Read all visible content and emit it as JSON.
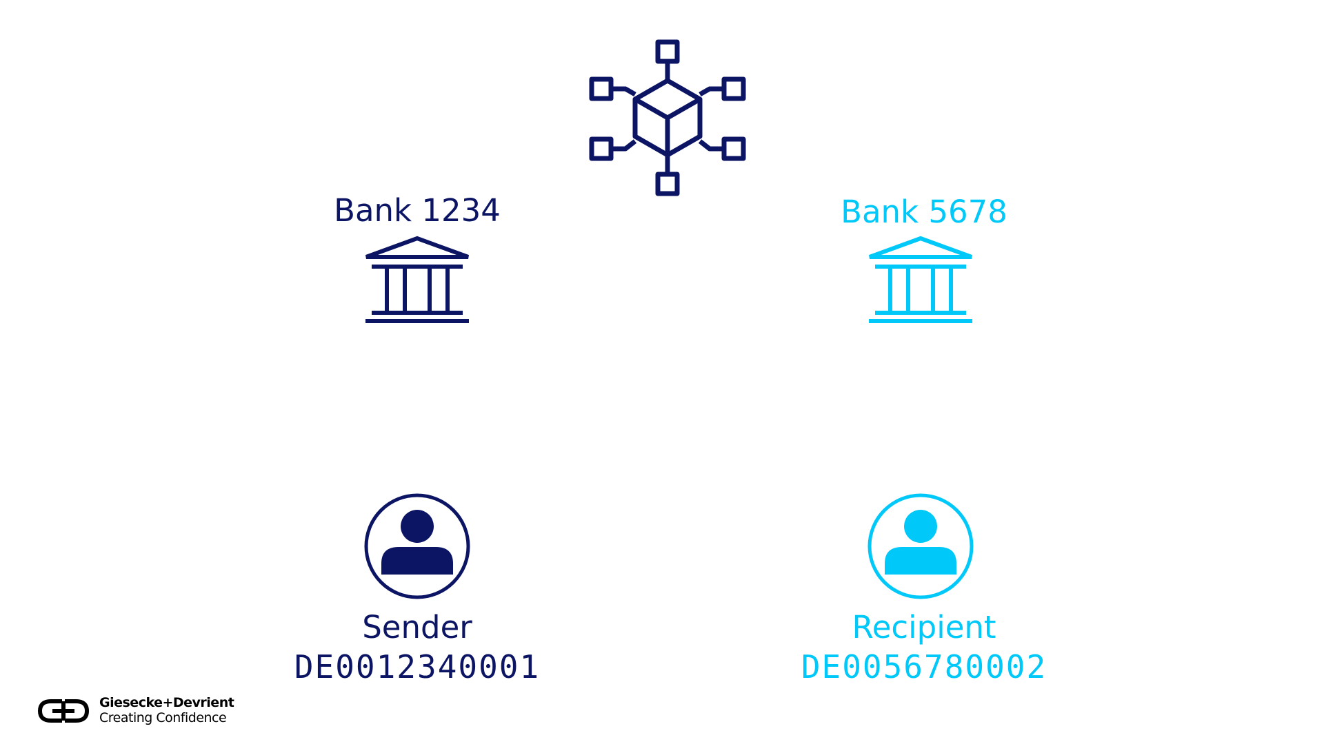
{
  "colors": {
    "sender": "#0c1464",
    "recipient": "#00c8f8",
    "logo": "#000000"
  },
  "network": {
    "icon": "blockchain-network-icon"
  },
  "sender_bank": {
    "label": "Bank 1234",
    "icon": "bank-icon"
  },
  "recipient_bank": {
    "label": "Bank 5678",
    "icon": "bank-icon"
  },
  "sender": {
    "label": "Sender",
    "account": "DE0012340001",
    "icon": "user-icon"
  },
  "recipient": {
    "label": "Recipient",
    "account": "DE0056780002",
    "icon": "user-icon"
  },
  "brand": {
    "name": "Giesecke+Devrient",
    "tagline": "Creating Confidence",
    "icon": "gd-logo-icon"
  }
}
